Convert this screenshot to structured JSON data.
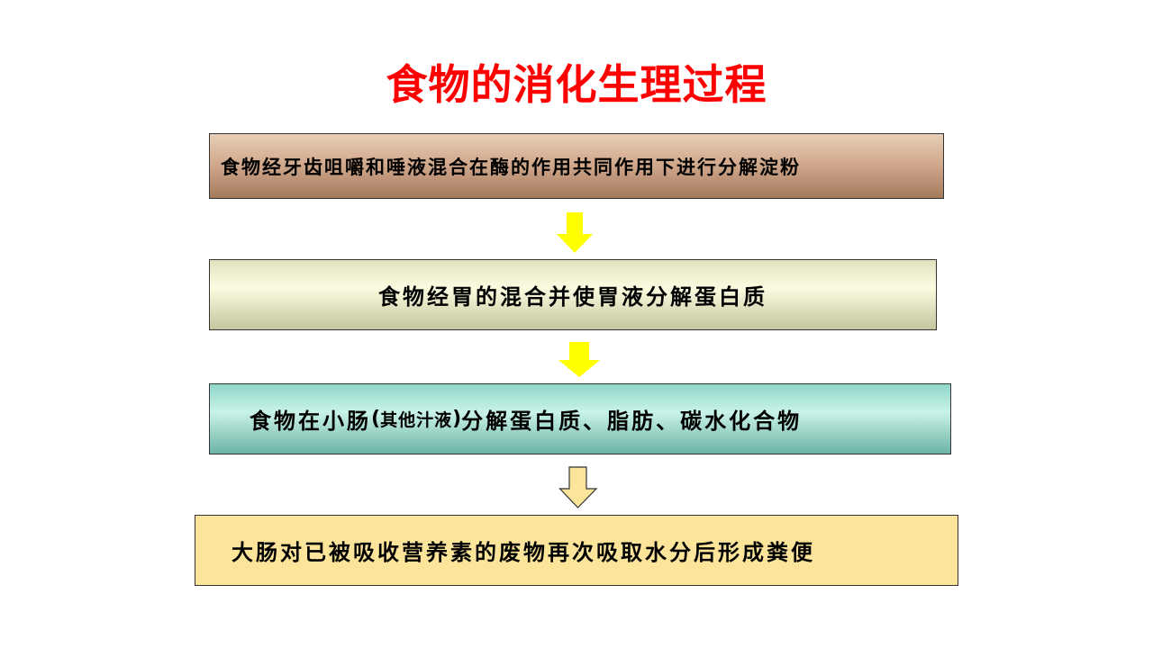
{
  "slide": {
    "title": "食物的消化生理过程",
    "title_color": "#ff0000"
  },
  "steps": [
    {
      "text": "食物经牙齿咀嚼和唾液混合在酶的作用共同作用下进行分解淀粉"
    },
    {
      "text": "食物经胃的混合并使胃液分解蛋白质"
    },
    {
      "text_before": "食物在小肠",
      "paren_open": "(",
      "paren_text": "其他汁液",
      "paren_close": ")",
      "text_after": " 分解蛋白质、脂肪、碳水化合物"
    },
    {
      "text": "大肠对已被吸收营养素的废物再次吸取水分后形成粪便"
    }
  ],
  "arrows": [
    {
      "icon": "down-arrow-icon",
      "fill": "#ffff00",
      "style": "solid"
    },
    {
      "icon": "down-arrow-icon",
      "fill": "#ffff00",
      "style": "solid"
    },
    {
      "icon": "down-arrow-icon",
      "fill": "#fce49a",
      "style": "outlined"
    }
  ]
}
